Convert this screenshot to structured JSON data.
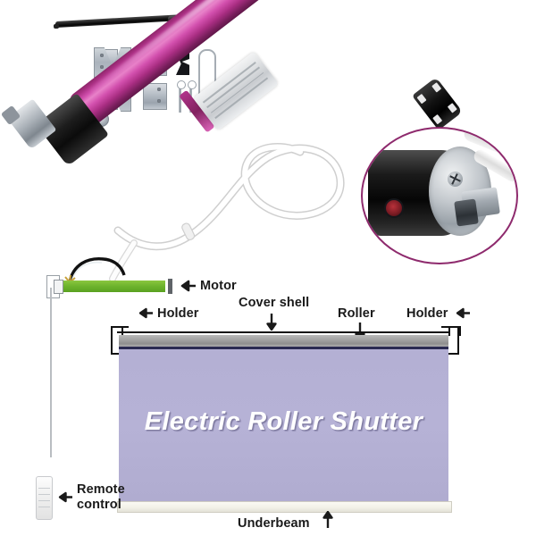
{
  "product": {
    "name": "Electric Roller Shutter",
    "tube_color": "#c23f9c",
    "accent_color": "#8e2a6d",
    "shutter_panel_color": "#b4b0d4",
    "motor_bar_color": "#6fb52e"
  },
  "overlay_text": {
    "shutter_title": "Electric Roller Shutter"
  },
  "diagram_labels": {
    "motor": "Motor",
    "holder_left": "Holder",
    "holder_right": "Holder",
    "cover_shell": "Cover shell",
    "roller": "Roller",
    "remote_control_line1": "Remote",
    "remote_control_line2": "control",
    "underbeam": "Underbeam"
  },
  "arrows": {
    "motor": "arrow-left-icon",
    "holder_left": "arrow-left-icon",
    "holder_right": "arrow-right-icon",
    "cover_shell": "arrow-down-icon",
    "roller": "arrow-down-icon",
    "remote_control": "arrow-left-icon",
    "underbeam": "arrow-up-icon"
  },
  "accessories": [
    {
      "name": "antenna-rod"
    },
    {
      "name": "mounting-bracket-top"
    },
    {
      "name": "mounting-bracket-bottom"
    },
    {
      "name": "retaining-clip"
    },
    {
      "name": "cotter-pin-left"
    },
    {
      "name": "cotter-pin-right"
    },
    {
      "name": "wire-release-tool"
    }
  ],
  "photo_parts": {
    "tube": "tubular-motor-tube",
    "tube_label": "specification-label",
    "motor_head": "motor-head-assembly",
    "power_cable": "power-cable",
    "inset": "motor-head-closeup-inset"
  }
}
